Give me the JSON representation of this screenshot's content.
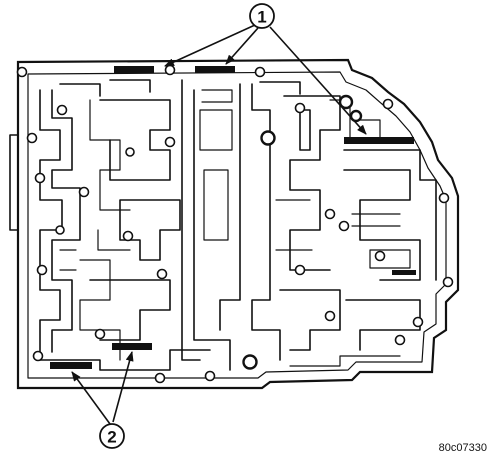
{
  "callouts": [
    {
      "id": "callout-1",
      "label": "1"
    },
    {
      "id": "callout-2",
      "label": "2"
    }
  ],
  "reference_code": "80c07330"
}
